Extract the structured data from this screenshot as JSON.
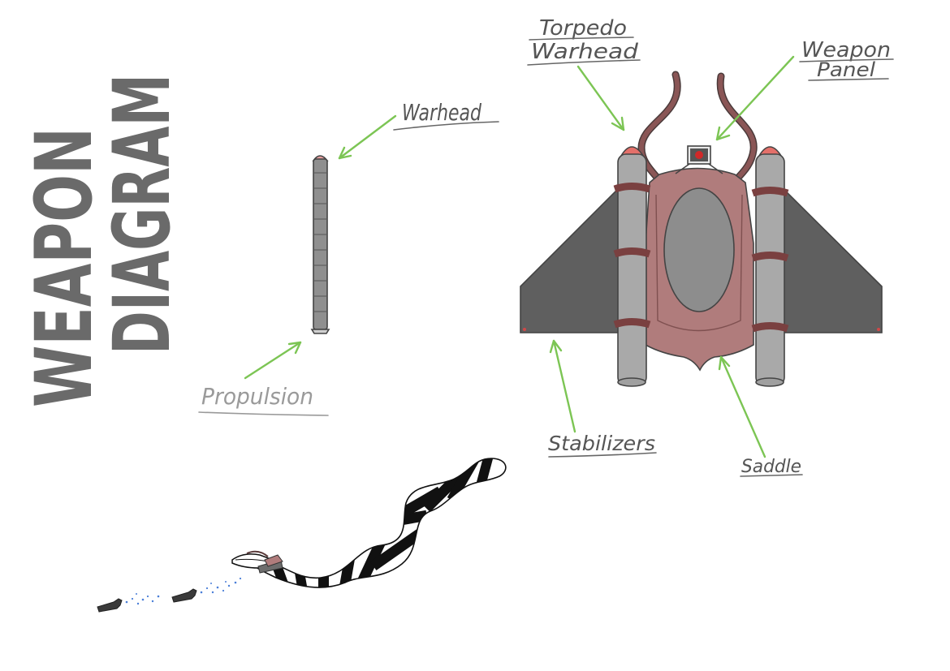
{
  "title": {
    "line1": "WEAPON",
    "line2": "DIAGRAM"
  },
  "labels": {
    "warhead": "Warhead",
    "propulsion": "Propulsion",
    "torpedo_warhead_1": "Torpedo",
    "torpedo_warhead_2": "Warhead",
    "weapon_panel_1": "Weapon",
    "weapon_panel_2": "Panel",
    "stabilizers": "Stabilizers",
    "saddle": "Saddle"
  },
  "colors": {
    "title": "#6a6a6a",
    "arrow": "#7cc554",
    "body": "#b07c7c",
    "strap": "#8a4a4a",
    "wing": "#5f5f5f",
    "cylinder": "#a9a9a9",
    "tip": "#e4706a"
  }
}
